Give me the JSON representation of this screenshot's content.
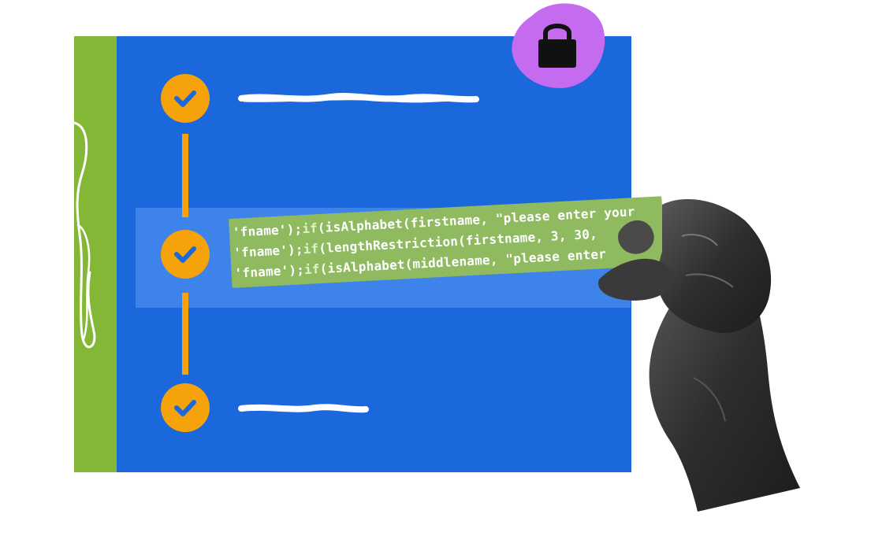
{
  "colors": {
    "accent_green": "#83b735",
    "panel_blue": "#1a68dc",
    "highlight_blue": "#3d83ea",
    "check_orange": "#f5a20b",
    "lock_purple": "#c46bf0",
    "code_green": "#8fba5f"
  },
  "icons": {
    "lock": "lock-icon",
    "check": "checkmark-icon"
  },
  "steps": [
    {
      "status": "complete"
    },
    {
      "status": "complete"
    },
    {
      "status": "complete"
    }
  ],
  "code_lines": [
    {
      "pre": "'fname');",
      "kw": "if",
      "rest": "(isAlphabet(firstname, \"please enter your"
    },
    {
      "pre": "'fname');",
      "kw": "if",
      "rest": "(lengthRestriction(firstname, 3, 30,"
    },
    {
      "pre": "'fname');",
      "kw": "if",
      "rest": "(isAlphabet(middlename, \"please enter"
    }
  ]
}
